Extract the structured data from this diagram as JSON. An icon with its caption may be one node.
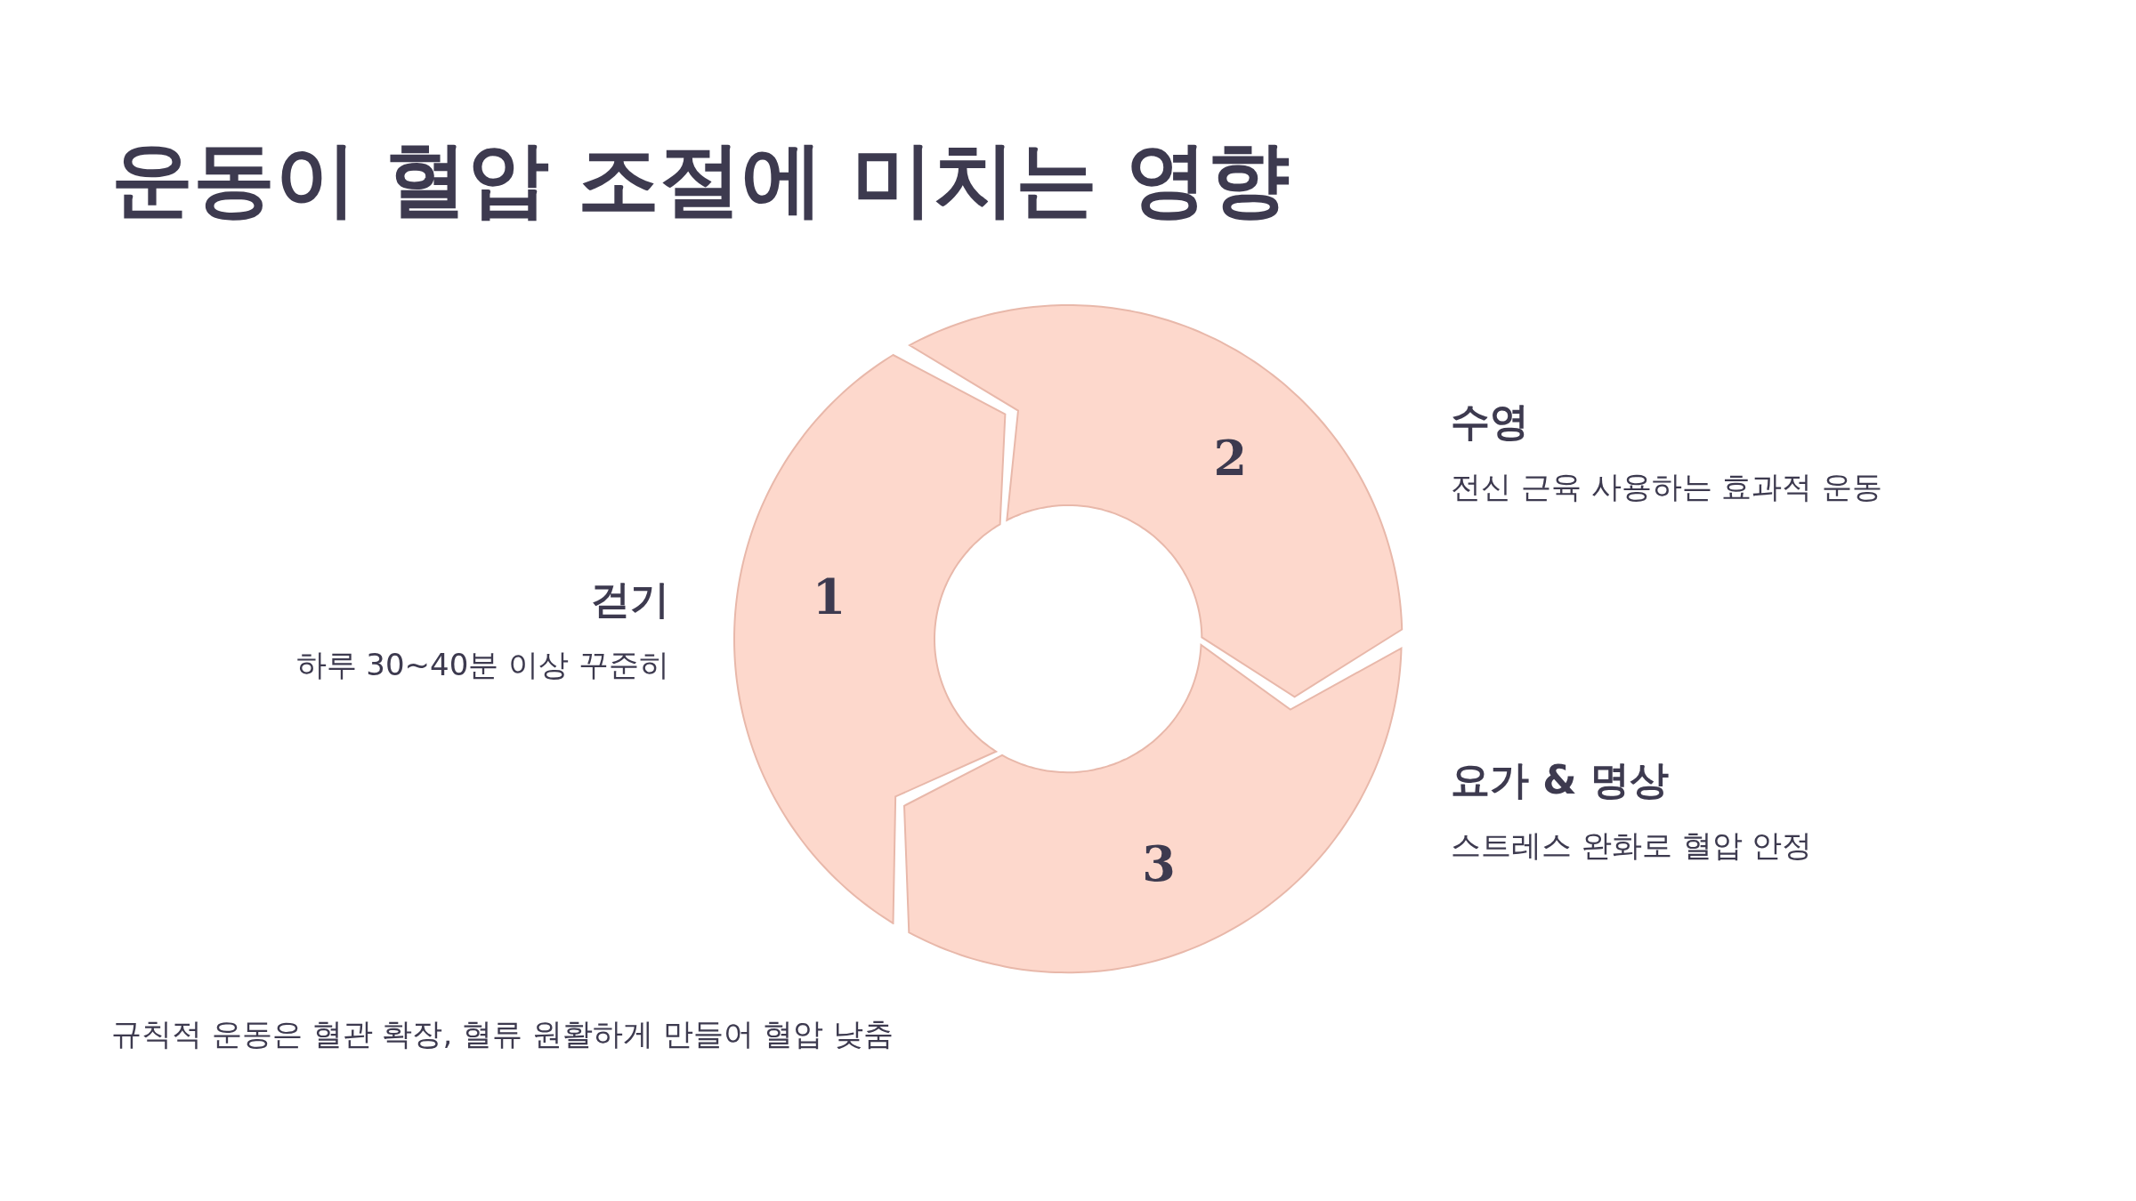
{
  "diagram": {
    "title": "운동이 혈압 조절에 미치는 영향",
    "caption": "규칙적 운동은 혈관 확장, 혈류 원활하게 만들어 혈압 낮춤",
    "nodes": [
      {
        "text": [
          "1"
        ],
        "beside": [
          "걷기",
          "하루 30~40분 이상 꾸준히"
        ]
      },
      {
        "text": [
          "2"
        ],
        "beside": [
          "수영",
          "전신 근육 사용하는 효과적 운동"
        ]
      },
      {
        "text": [
          "3"
        ],
        "beside": [
          "요가 & 명상",
          "스트레스 완화로 혈압 안정"
        ]
      }
    ]
  }
}
